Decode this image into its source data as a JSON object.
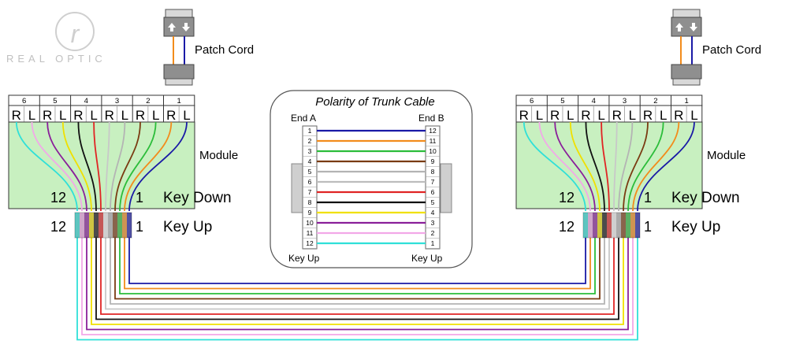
{
  "brand": {
    "logo_letter": "r",
    "wordmark": "REAL OPTIC"
  },
  "labels": {
    "patch_cord": "Patch Cord",
    "module": "Module",
    "key_down": "Key Down",
    "key_up": "Key Up",
    "pos_12": "12",
    "pos_1": "1",
    "port_r": "R",
    "port_l": "L"
  },
  "port_numbers": [
    "6",
    "5",
    "4",
    "3",
    "2",
    "1"
  ],
  "polarity_box": {
    "title": "Polarity of Trunk Cable",
    "end_a": "End A",
    "end_b": "End B",
    "key_up_a": "Key Up",
    "key_up_b": "Key Up",
    "fibers": [
      {
        "a": "1",
        "b": "12"
      },
      {
        "a": "2",
        "b": "11"
      },
      {
        "a": "3",
        "b": "10"
      },
      {
        "a": "4",
        "b": "9"
      },
      {
        "a": "5",
        "b": "8"
      },
      {
        "a": "6",
        "b": "7"
      },
      {
        "a": "7",
        "b": "6"
      },
      {
        "a": "8",
        "b": "5"
      },
      {
        "a": "9",
        "b": "4"
      },
      {
        "a": "10",
        "b": "3"
      },
      {
        "a": "11",
        "b": "2"
      },
      {
        "a": "12",
        "b": "1"
      }
    ]
  },
  "fiber_colors": {
    "1": "#1a1aa6",
    "2": "#f28c1c",
    "3": "#2bbd3a",
    "4": "#7a3b12",
    "5": "#b4b4b4",
    "6": "#f2f2f2",
    "7": "#e02424",
    "8": "#111111",
    "9": "#f0e000",
    "10": "#8a1f9a",
    "11": "#f2a8e8",
    "12": "#2fe0d8"
  },
  "colors": {
    "module_fill": "#c8f0c0",
    "panel_border": "#333333",
    "connector_gray": "#8f8f8f"
  }
}
